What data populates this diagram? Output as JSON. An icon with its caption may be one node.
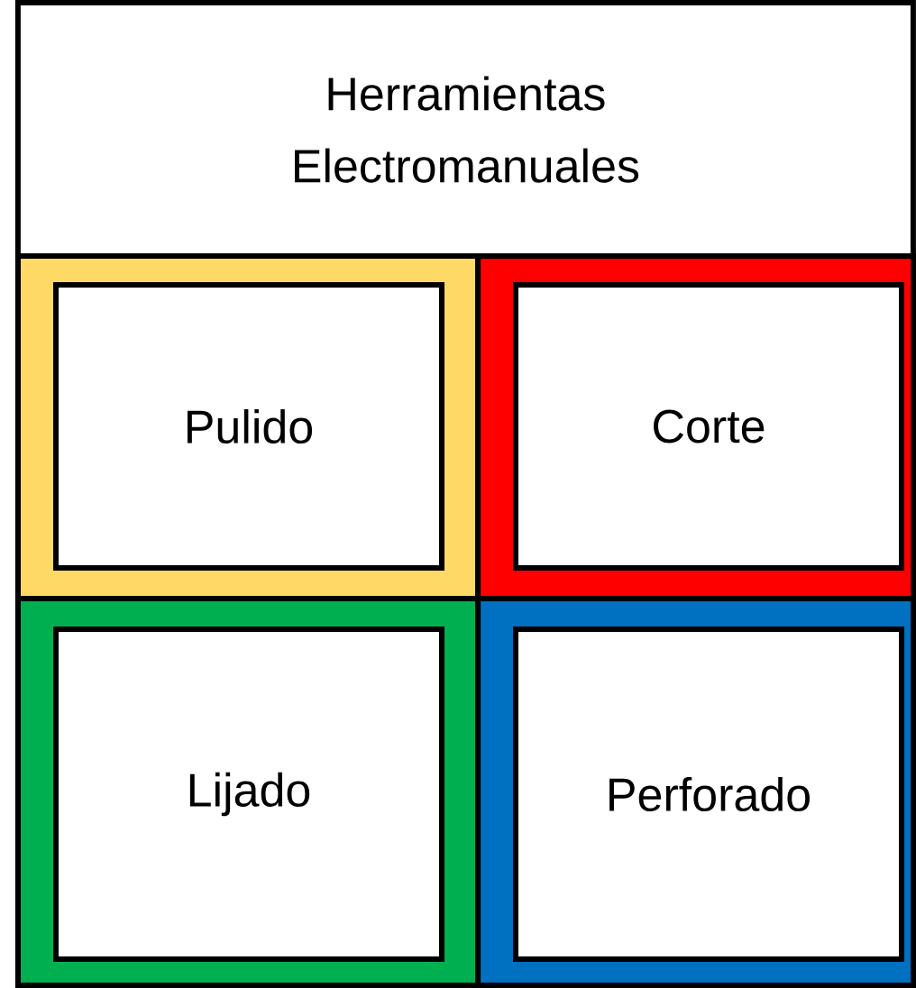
{
  "diagram": {
    "nodes": [
      {
        "text": [
          "Herramientas Electromanuales"
        ]
      },
      {
        "text": [],
        "shape": "box"
      },
      {
        "text": [
          "Pulido"
        ],
        "in": 1
      },
      {
        "text": [],
        "shape": "box"
      },
      {
        "text": [
          "Corte"
        ],
        "in": 3
      },
      {
        "text": [],
        "shape": "box"
      },
      {
        "text": [
          "Lijado"
        ],
        "in": 5
      },
      {
        "text": [],
        "shape": "box"
      },
      {
        "text": [
          "Perforado"
        ],
        "in": 7
      }
    ]
  }
}
